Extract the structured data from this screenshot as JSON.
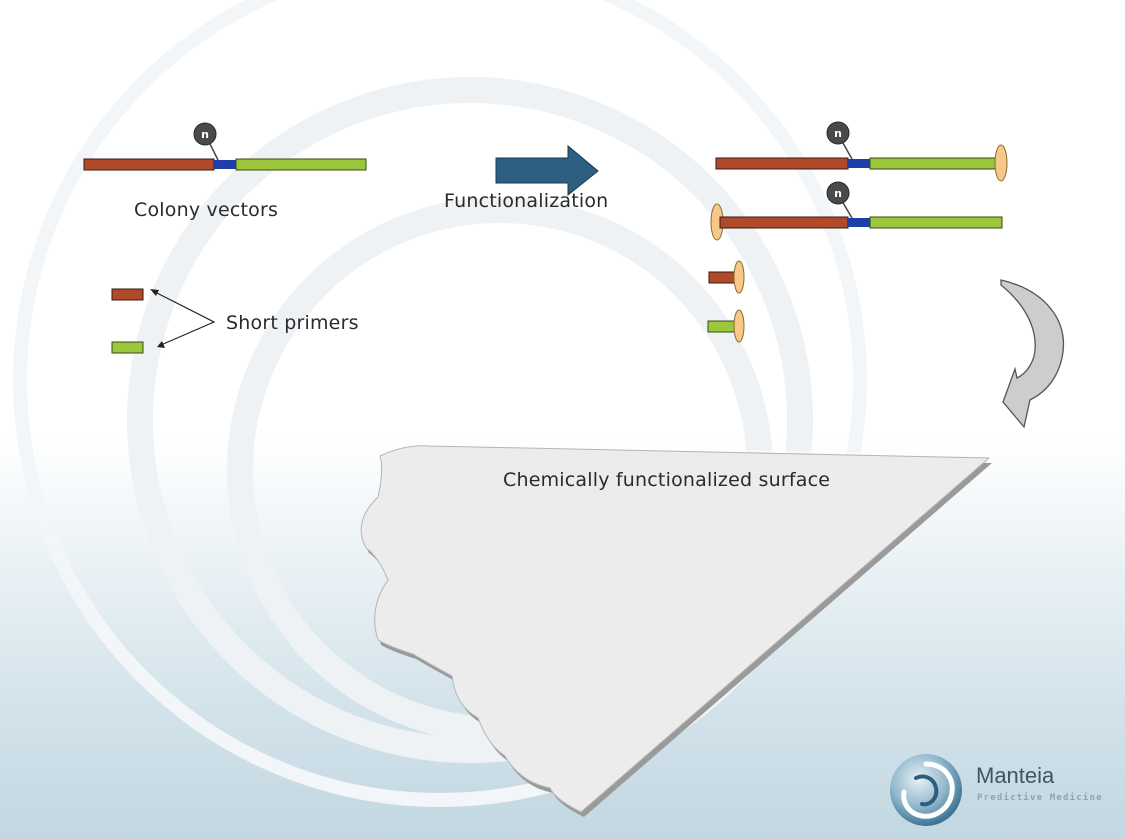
{
  "labels": {
    "colony_vectors": "Colony vectors",
    "functionalization": "Functionalization",
    "short_primers": "Short primers",
    "surface": "Chemically functionalized surface",
    "n_marker": "n"
  },
  "logo": {
    "name": "Manteia",
    "tagline": "Predictive Medicine"
  },
  "colors": {
    "strand_red": "#b04a2a",
    "strand_green": "#9cc63c",
    "linker_blue": "#1f3fa8",
    "n_marker": "#4a4a4a",
    "anchor": "#f6c98a",
    "process_arrow": "#2c5f80",
    "curved_arrow": "#c8c8c8",
    "surface": "#ececec"
  }
}
